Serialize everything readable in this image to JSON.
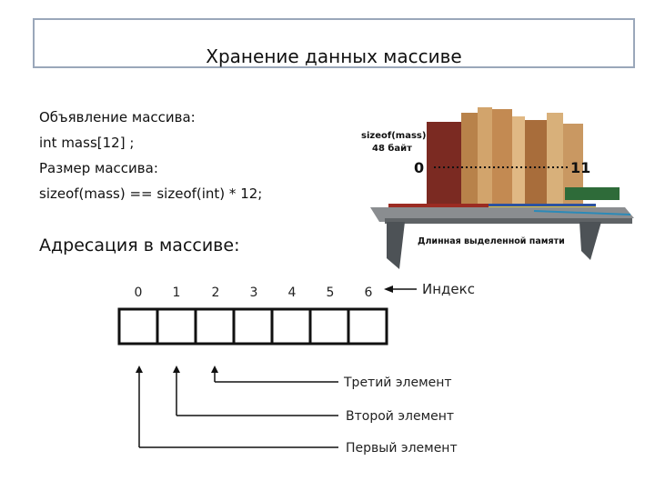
{
  "slide": {
    "title": "Хранение данных массиве",
    "lines": [
      "Объявление массива:",
      "int mass[12] ;",
      "Размер массива:",
      "sizeof(mass) == sizeof(int) * 12;"
    ],
    "addressing_heading": "Адресация в массиве:"
  },
  "shelf_image": {
    "sizeof_label": "sizeof(mass)",
    "bytes_label": "48 байт",
    "start_index": "0",
    "end_index": "11",
    "memory_caption": "Длинная выделенной памяти"
  },
  "array_diagram": {
    "indices": [
      "0",
      "1",
      "2",
      "3",
      "4",
      "5",
      "6"
    ],
    "index_label": "Индекс",
    "pointers": [
      {
        "label": "Третий элемент"
      },
      {
        "label": "Второй элемент"
      },
      {
        "label": "Первый элемент"
      }
    ]
  }
}
